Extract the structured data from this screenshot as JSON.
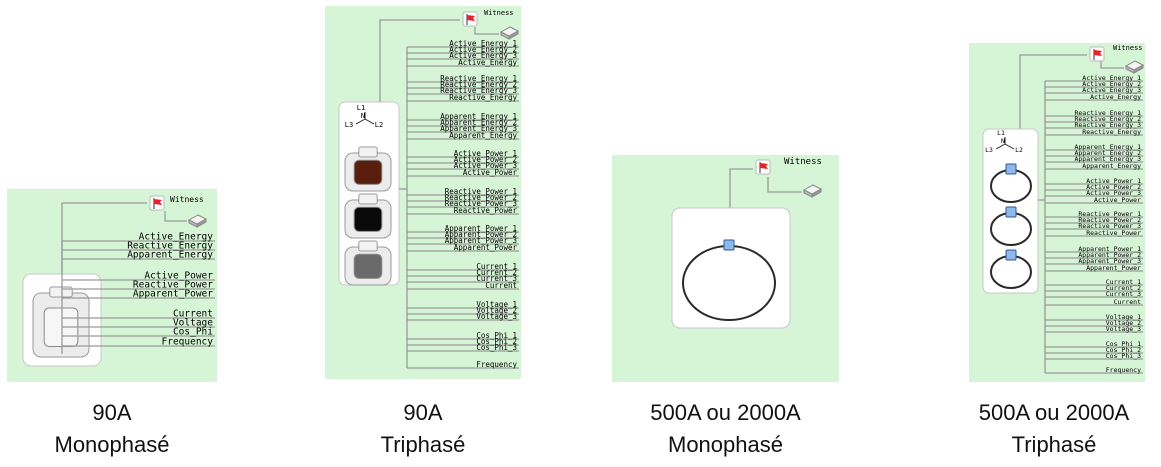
{
  "diagrams": [
    {
      "witness": "Witness",
      "outputs": [
        "Active_Energy",
        "Reactive_Energy",
        "Apparent_Energy",
        "Active_Power",
        "Reactive_Power",
        "Apparent_Power",
        "Current",
        "Voltage",
        "Cos_Phi",
        "Frequency"
      ],
      "caption": {
        "amps": "90A",
        "phase": "Monophasé"
      }
    },
    {
      "witness": "Witness",
      "phase_labels": [
        "L1",
        "N",
        "L3",
        "L2"
      ],
      "outputs": [
        "Active_Energy_1",
        "Active_Energy_2",
        "Active_Energy_3",
        "Active_Energy",
        "Reactive_Energy_1",
        "Reactive_Energy_2",
        "Reactive_Energy_3",
        "Reactive_Energy",
        "Apparent_Energy_1",
        "Apparent_Energy_2",
        "Apparent_Energy_3",
        "Apparent_Energy",
        "Active_Power_1",
        "Active_Power_2",
        "Active_Power_3",
        "Active_Power",
        "Reactive_Power_1",
        "Reactive_Power_2",
        "Reactive_Power_3",
        "Reactive_Power",
        "Apparent_Power_1",
        "Apparent_Power_2",
        "Apparent_Power_3",
        "Apparent_Power",
        "Current_1",
        "Current_2",
        "Current_3",
        "Current",
        "Voltage_1",
        "Voltage_2",
        "Voltage_3",
        "Cos_Phi_1",
        "Cos_Phi_2",
        "Cos_Phi_3",
        "Frequency"
      ],
      "caption": {
        "amps": "90A",
        "phase": "Triphasé"
      }
    },
    {
      "witness": "Witness",
      "caption": {
        "amps": "500A ou 2000A",
        "phase": "Monophasé"
      }
    },
    {
      "witness": "Witness",
      "phase_labels": [
        "L1",
        "N",
        "L3",
        "L2"
      ],
      "outputs": [
        "Active_Energy_1",
        "Active_Energy_2",
        "Active_Energy_3",
        "Active_Energy",
        "Reactive_Energy_1",
        "Reactive_Energy_2",
        "Reactive_Energy_3",
        "Reactive_Energy",
        "Apparent_Energy_1",
        "Apparent_Energy_2",
        "Apparent_Energy_3",
        "Apparent_Energy",
        "Active_Power_1",
        "Active_Power_2",
        "Active_Power_3",
        "Active_Power",
        "Reactive_Power_1",
        "Reactive_Power_2",
        "Reactive_Power_3",
        "Reactive_Power",
        "Apparent_Power_1",
        "Apparent_Power_2",
        "Apparent_Power_3",
        "Apparent_Power",
        "Current_1",
        "Current_2",
        "Current_3",
        "Current",
        "Voltage_1",
        "Voltage_2",
        "Voltage_3",
        "Cos_Phi_1",
        "Cos_Phi_2",
        "Cos_Phi_3",
        "Frequency"
      ],
      "caption": {
        "amps": "500A ou 2000A",
        "phase": "Triphasé"
      }
    }
  ],
  "colors": {
    "panel_bg": "#d6f5d6",
    "wire": "#9a9a9a",
    "flag": "#e8202a",
    "meter_brown": "#5a1e0c",
    "meter_black": "#0a0a0a",
    "meter_gray": "#6a6a6a"
  }
}
